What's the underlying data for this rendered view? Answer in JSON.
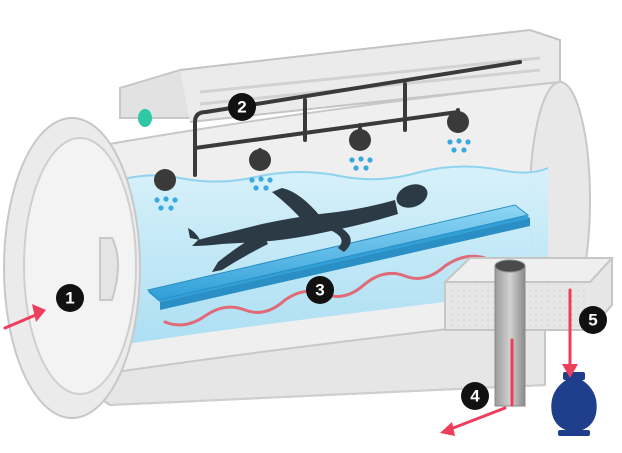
{
  "callouts": [
    {
      "id": "1",
      "label": "1"
    },
    {
      "id": "2",
      "label": "2"
    },
    {
      "id": "3",
      "label": "3"
    },
    {
      "id": "4",
      "label": "4"
    },
    {
      "id": "5",
      "label": "5"
    }
  ],
  "colors": {
    "chamber_body": "#ececec",
    "chamber_outline": "#c8c8c8",
    "water": "#bfe8f7",
    "water_surface": "#9fdcf3",
    "bed": "#3aa9e0",
    "bed_top": "#7fd0f2",
    "body_silhouette": "#2b3a44",
    "pipe": "#3a3a3a",
    "droplet": "#3aa9e0",
    "heating_coil": "#e06a78",
    "arrow": "#ef3e5c",
    "indicator_light": "#2ec9a4",
    "urn": "#1f3f8c",
    "callout_badge": "#111111"
  },
  "icons": [
    "shower-nozzle-icon",
    "water-droplet-icon",
    "arrow-icon",
    "urn-icon"
  ]
}
